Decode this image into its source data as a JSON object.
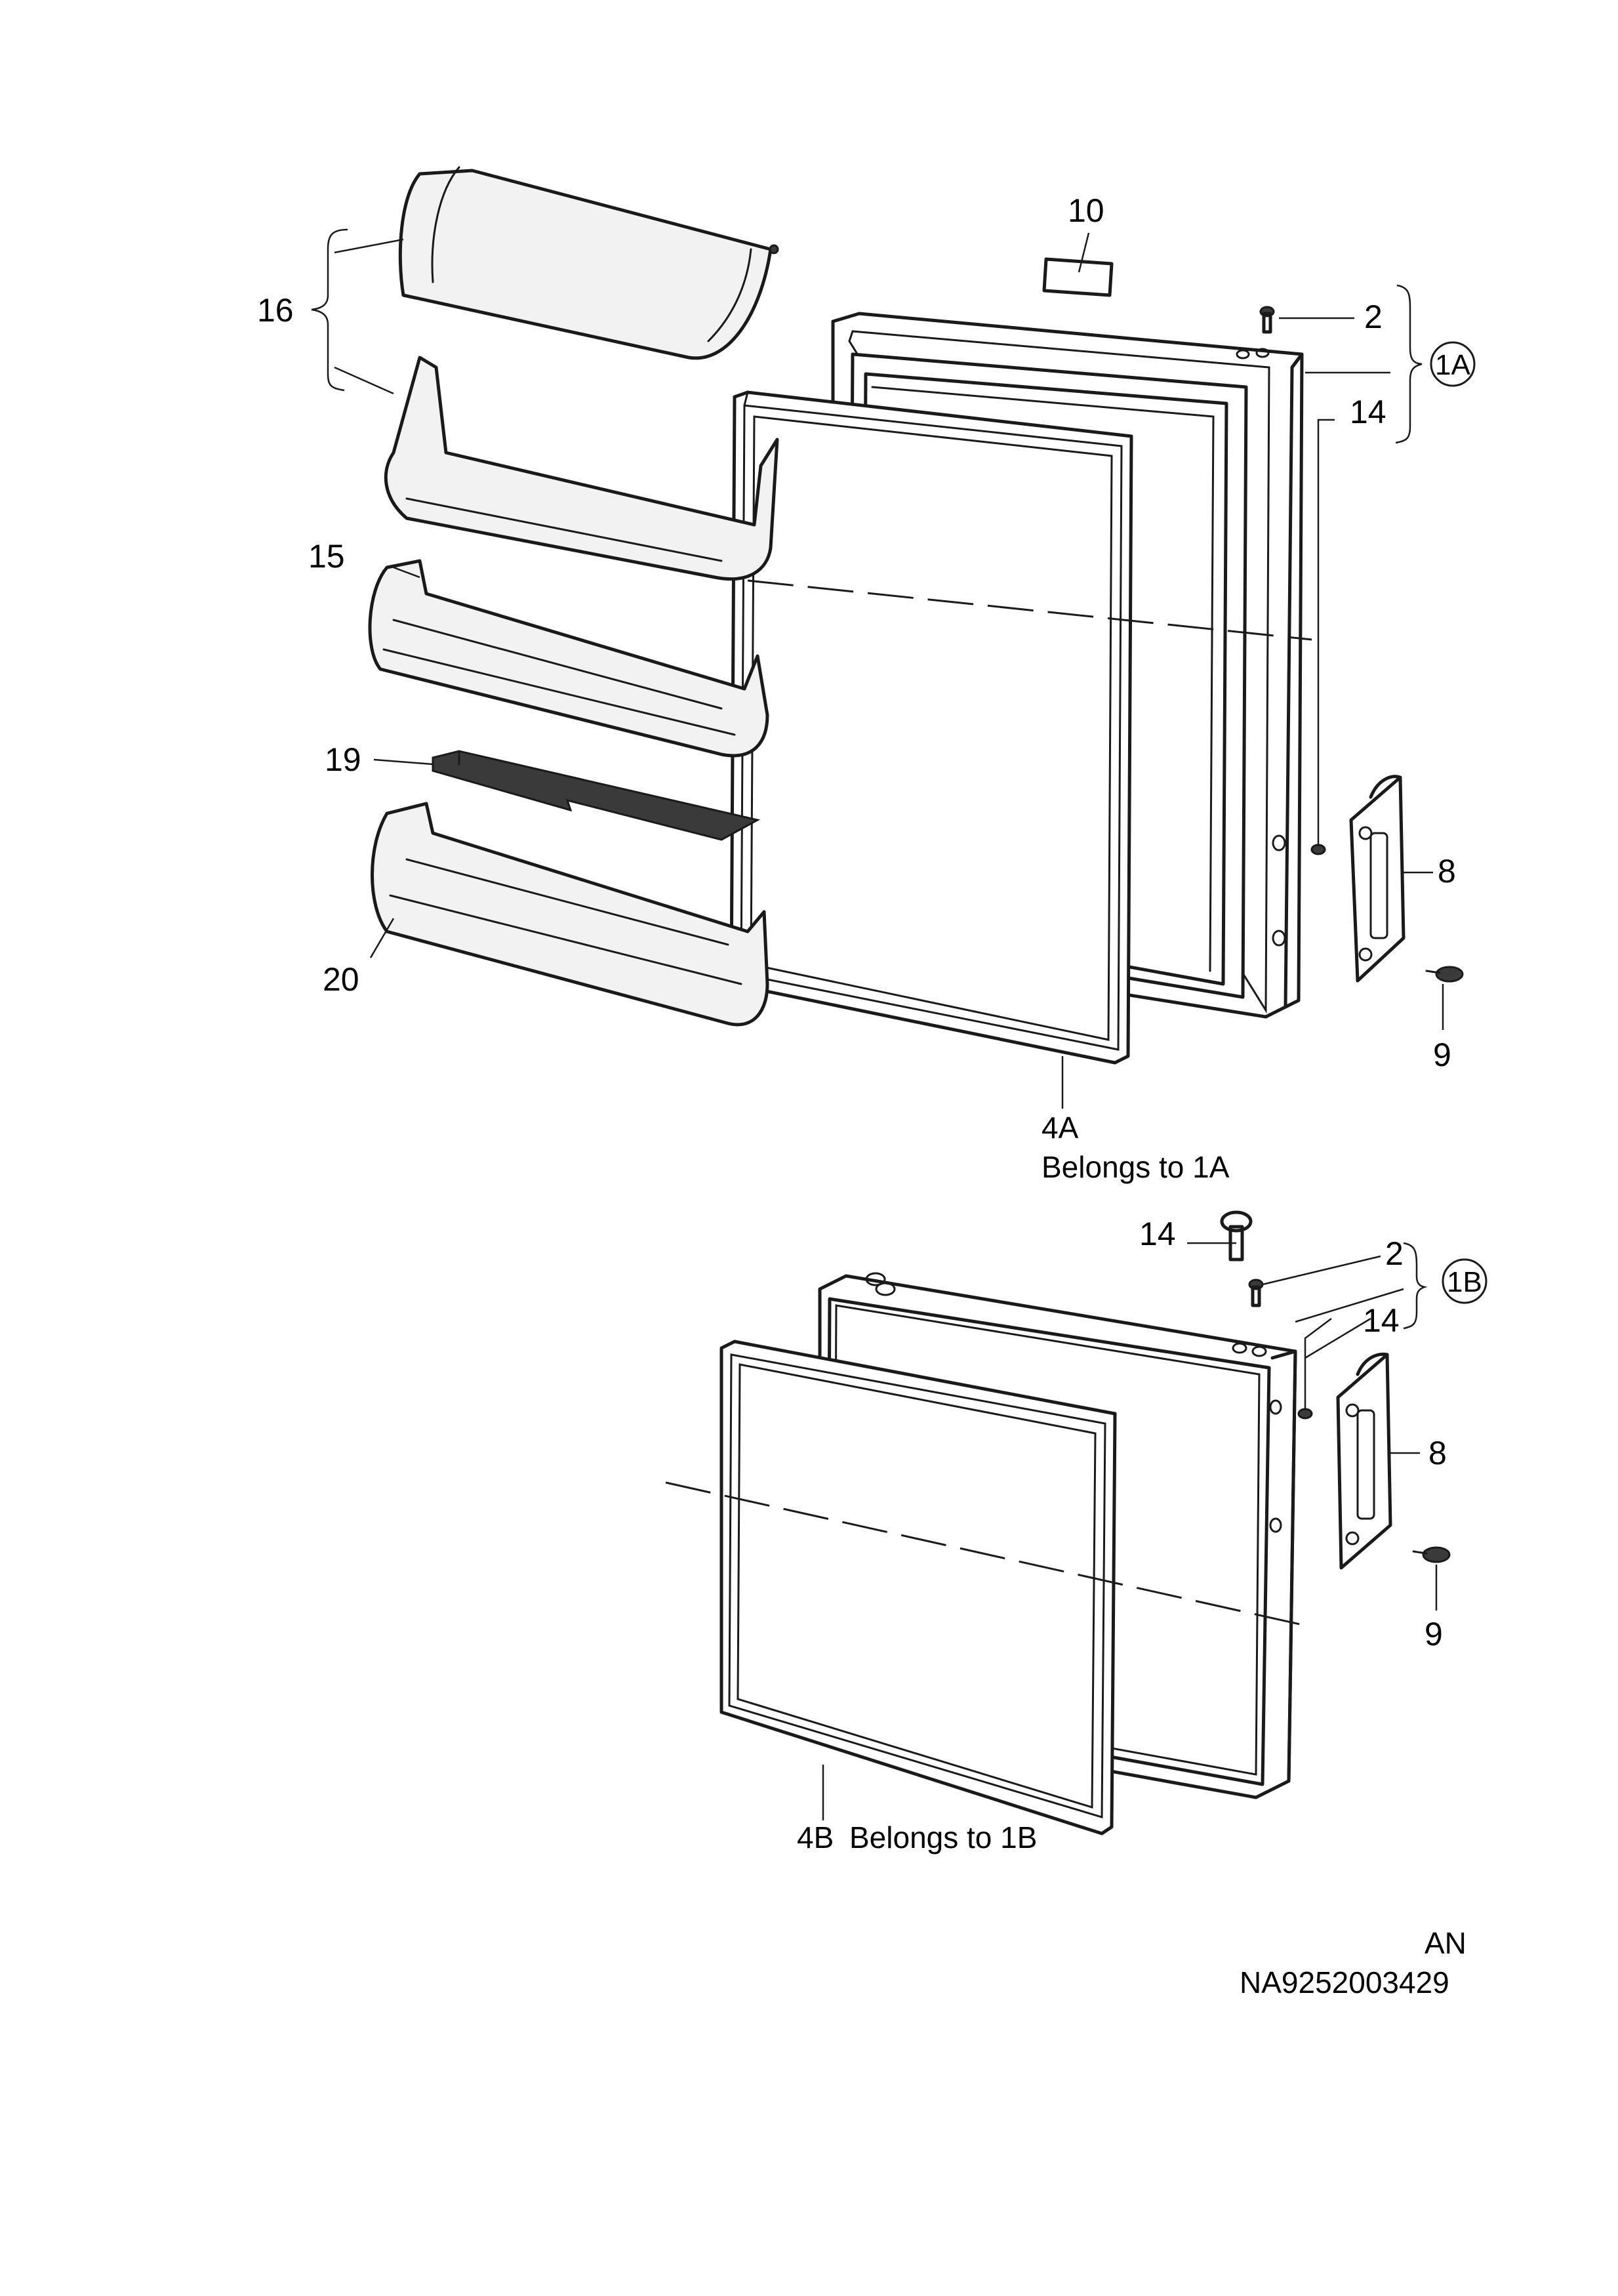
{
  "callouts": {
    "part_10": "10",
    "part_16": "16",
    "part_2_a": "2",
    "assembly_1a": "1A",
    "part_14_a": "14",
    "part_15": "15",
    "part_19": "19",
    "part_8_a": "8",
    "part_20": "20",
    "part_9_a": "9",
    "part_14_b_top": "14",
    "part_2_b": "2",
    "assembly_1b": "1B",
    "part_14_b": "14",
    "part_8_b": "8",
    "part_9_b": "9"
  },
  "gasket_notes": {
    "gasket_4a_code": "4A",
    "gasket_4a_text": "Belongs to 1A",
    "gasket_4b_code": "4B",
    "gasket_4b_text": "Belongs to 1B"
  },
  "footer": {
    "code_line_1": "AN",
    "code_line_2": "NA9252003429"
  },
  "colors": {
    "line": "#1a1a1a",
    "part_fill": "#f2f2f2",
    "background": "#ffffff"
  }
}
